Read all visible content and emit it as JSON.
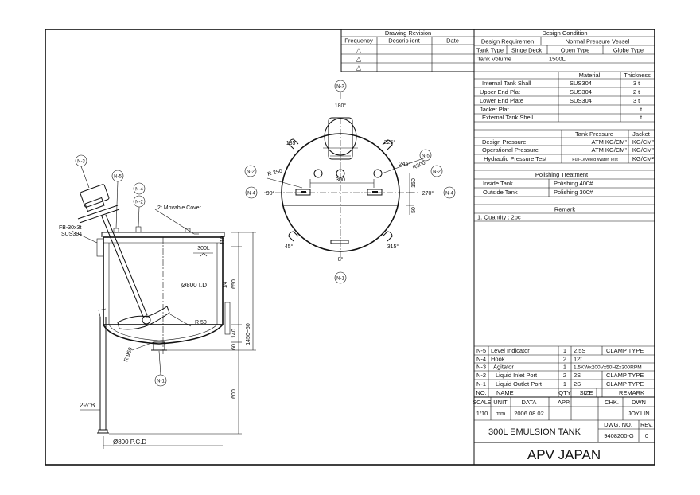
{
  "revision": {
    "title": "Drawing Revision",
    "headers": [
      "Frequency",
      "Descrip iont",
      "Date"
    ],
    "marks": [
      "△",
      "△",
      "△"
    ]
  },
  "design": {
    "title": "Design Condition",
    "requirement_label": "Design Requiremen",
    "requirement_value": "Normal Pressure Vessel",
    "tank_type_label": "Tank Type",
    "deck": "Singe Deck",
    "open_type": "Open Type",
    "globe_type": "Globe Type",
    "volume_label": "Tank Volume",
    "volume_value": "1500L"
  },
  "material": {
    "headers": [
      "Material",
      "Thickness"
    ],
    "rows": [
      {
        "part": "Internal Tank Shall",
        "material": "SUS304",
        "thickness": "3 t"
      },
      {
        "part": "Upper End Plat",
        "material": "SUS304",
        "thickness": "2 t"
      },
      {
        "part": "Lower End Plate",
        "material": "SUS304",
        "thickness": "3 t"
      },
      {
        "part": "Jacket Plat",
        "material": "",
        "thickness": "t"
      },
      {
        "part": "External Tank Shell",
        "material": "",
        "thickness": "t"
      }
    ]
  },
  "pressure": {
    "headers": [
      "Tank Pressure",
      "Jacket"
    ],
    "rows": [
      {
        "label": "Design Pressure",
        "tank": "ATM   KG/CM²",
        "jacket": "KG/CM²"
      },
      {
        "label": "Operational Pressure",
        "tank": "ATM   KG/CM²",
        "jacket": "KG/CM²"
      },
      {
        "label": "Hydraulic Pressure Test",
        "tank": "Full-Leveled Water Test",
        "jacket": "KG/CM²"
      }
    ]
  },
  "polishing": {
    "title": "Polishing Treatment",
    "rows": [
      {
        "label": "Inside Tank",
        "value": "Polishing 400#"
      },
      {
        "label": "Outside Tank",
        "value": "Polishing 300#"
      }
    ]
  },
  "remark": {
    "title": "Remark",
    "text": "1. Quantity   : 2pc"
  },
  "parts": {
    "rows": [
      {
        "no": "N-5",
        "name": "Level Indicator",
        "qty": "1",
        "size": "2.5S",
        "remark": "CLAMP TYPE"
      },
      {
        "no": "N-4",
        "name": "Hook",
        "qty": "2",
        "size": "12t",
        "remark": ""
      },
      {
        "no": "N-3",
        "name": "Agitator",
        "qty": "1",
        "size": "1.5KWx200Vx50HZx300RPM",
        "remark": ""
      },
      {
        "no": "N-2",
        "name": "Liquid Inlet Port",
        "qty": "2",
        "size": "2S",
        "remark": "CLAMP TYPE"
      },
      {
        "no": "N-1",
        "name": "Liquid Outlet Port",
        "qty": "1",
        "size": "2S",
        "remark": "CLAMP TYPE"
      }
    ],
    "headers": [
      "NO.",
      "NAME",
      "QTY",
      "SIZE",
      "REMARK"
    ]
  },
  "title_block": {
    "headers": [
      "SCALE",
      "UNIT",
      "DATA",
      "APP.",
      "CHK.",
      "DWN"
    ],
    "scale": "1/10",
    "unit": "mm",
    "date": "2006.08.02",
    "drawn_by": "JOY.LIN",
    "drawing_title": "300L EMULSION TANK",
    "dwg_no_label": "DWG. NO.",
    "rev_label": "REV.",
    "dwg_no": "9408200-G",
    "rev": "0",
    "company": "APV JAPAN"
  },
  "elevation": {
    "nozzles": [
      "N-3",
      "N-5",
      "N-4",
      "N-2",
      "N-1"
    ],
    "fb": "FB-30x3t",
    "fb_material": "SUS304",
    "cover": "2t  Movable Cover",
    "level_mark": "300L",
    "diameter_id": "Ø800 I.D",
    "radius_50": "R 50",
    "radius_960": "R 960",
    "pipe_size": "2½″B",
    "pcd": "Ø800 P.C.D",
    "dims": {
      "d110": "110",
      "d650": "650",
      "d140": "140",
      "d60": "60",
      "d1450": "1450~50",
      "d600": "600",
      "slope": "1/4"
    }
  },
  "plan": {
    "angles": {
      "a180": "180°",
      "a135": "135°",
      "a225": "225°",
      "a245": "245°",
      "a90": "90°",
      "a270": "270°",
      "a45": "45°",
      "a315": "315°",
      "a0": "0°"
    },
    "radius": "R 250",
    "r300": "R300",
    "d300": "300",
    "d150": "150",
    "d50": "50"
  }
}
